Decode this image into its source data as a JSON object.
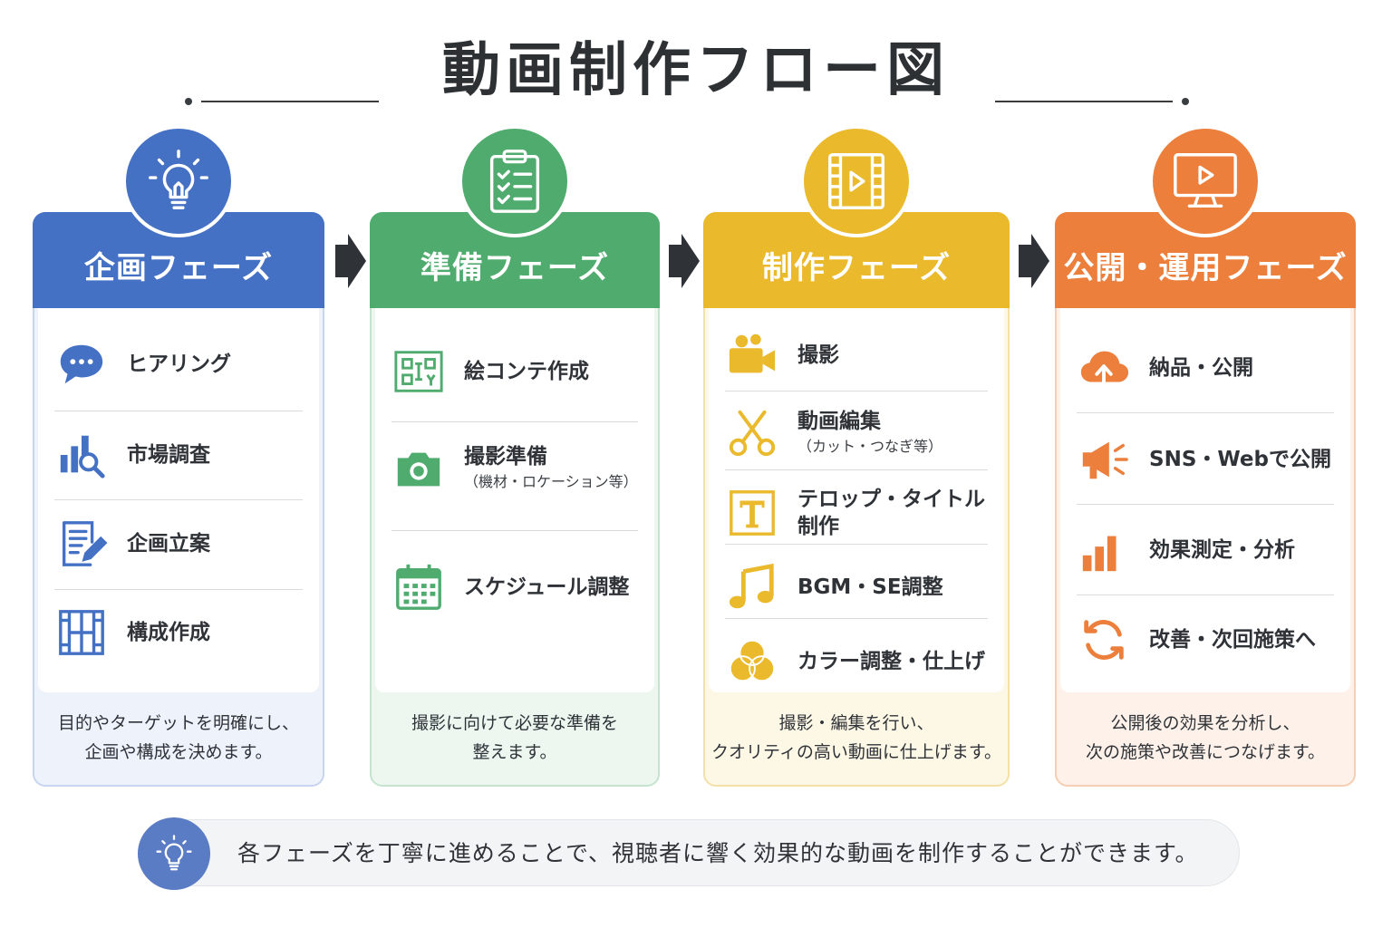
{
  "title": "動画制作フロー図",
  "colors": {
    "blue": "#4571c4",
    "green": "#4fab6e",
    "yellow": "#eab92c",
    "orange": "#ec7f3c"
  },
  "phases": [
    {
      "title": "企画フェーズ",
      "icon": "lightbulb-icon",
      "items": [
        {
          "label": "ヒアリング",
          "icon": "speech-bubble-icon"
        },
        {
          "label": "市場調査",
          "icon": "chart-search-icon"
        },
        {
          "label": "企画立案",
          "icon": "document-pen-icon"
        },
        {
          "label": "構成作成",
          "icon": "film-grid-icon"
        }
      ],
      "desc_line1": "目的やターゲットを明確にし、",
      "desc_line2": "企画や構成を決めます。"
    },
    {
      "title": "準備フェーズ",
      "icon": "clipboard-checklist-icon",
      "items": [
        {
          "label": "絵コンテ作成",
          "icon": "storyboard-icon"
        },
        {
          "label": "撮影準備",
          "sub": "（機材・ロケーション等）",
          "icon": "camera-icon"
        },
        {
          "label": "スケジュール調整",
          "icon": "calendar-icon"
        }
      ],
      "desc_line1": "撮影に向けて必要な準備を",
      "desc_line2": "整えます。"
    },
    {
      "title": "制作フェーズ",
      "icon": "film-play-icon",
      "items": [
        {
          "label": "撮影",
          "icon": "video-camera-icon"
        },
        {
          "label": "動画編集",
          "sub": "（カット・つなぎ等）",
          "icon": "scissors-icon"
        },
        {
          "label": "テロップ・タイトル制作",
          "icon": "text-t-icon"
        },
        {
          "label": "BGM・SE調整",
          "icon": "music-note-icon"
        },
        {
          "label": "カラー調整・仕上げ",
          "icon": "color-circles-icon"
        }
      ],
      "desc_line1": "撮影・編集を行い、",
      "desc_line2": "クオリティの高い動画に仕上げます。"
    },
    {
      "title": "公開・運用フェーズ",
      "icon": "monitor-play-icon",
      "items": [
        {
          "label": "納品・公開",
          "icon": "cloud-upload-icon"
        },
        {
          "label": "SNS・Webで公開",
          "icon": "megaphone-icon"
        },
        {
          "label": "効果測定・分析",
          "icon": "bar-chart-icon"
        },
        {
          "label": "改善・次回施策へ",
          "icon": "refresh-icon"
        }
      ],
      "desc_line1": "公開後の効果を分析し、",
      "desc_line2": "次の施策や改善につなげます。"
    }
  ],
  "footer": {
    "text": "各フェーズを丁寧に進めることで、視聴者に響く効果的な動画を制作することができます。",
    "icon": "lightbulb-icon"
  }
}
